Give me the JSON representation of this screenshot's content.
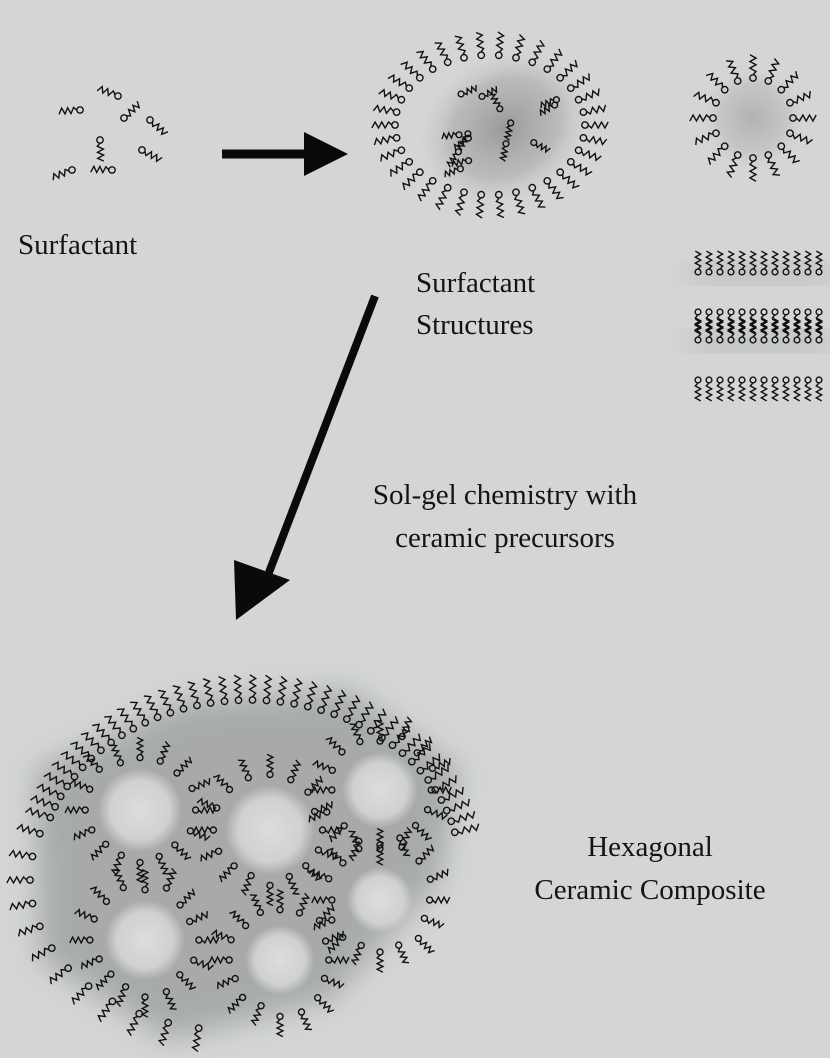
{
  "labels": {
    "surfactant": "Surfactant",
    "structures_line1": "Surfactant",
    "structures_line2": "Structures",
    "solgel_line1": "Sol-gel chemistry with",
    "solgel_line2": "ceramic precursors",
    "composite_line1": "Hexagonal",
    "composite_line2": "Ceramic Composite"
  },
  "colors": {
    "background": "#d4d6d6",
    "ink": "#111111",
    "shadow": "#9a9c9c"
  }
}
